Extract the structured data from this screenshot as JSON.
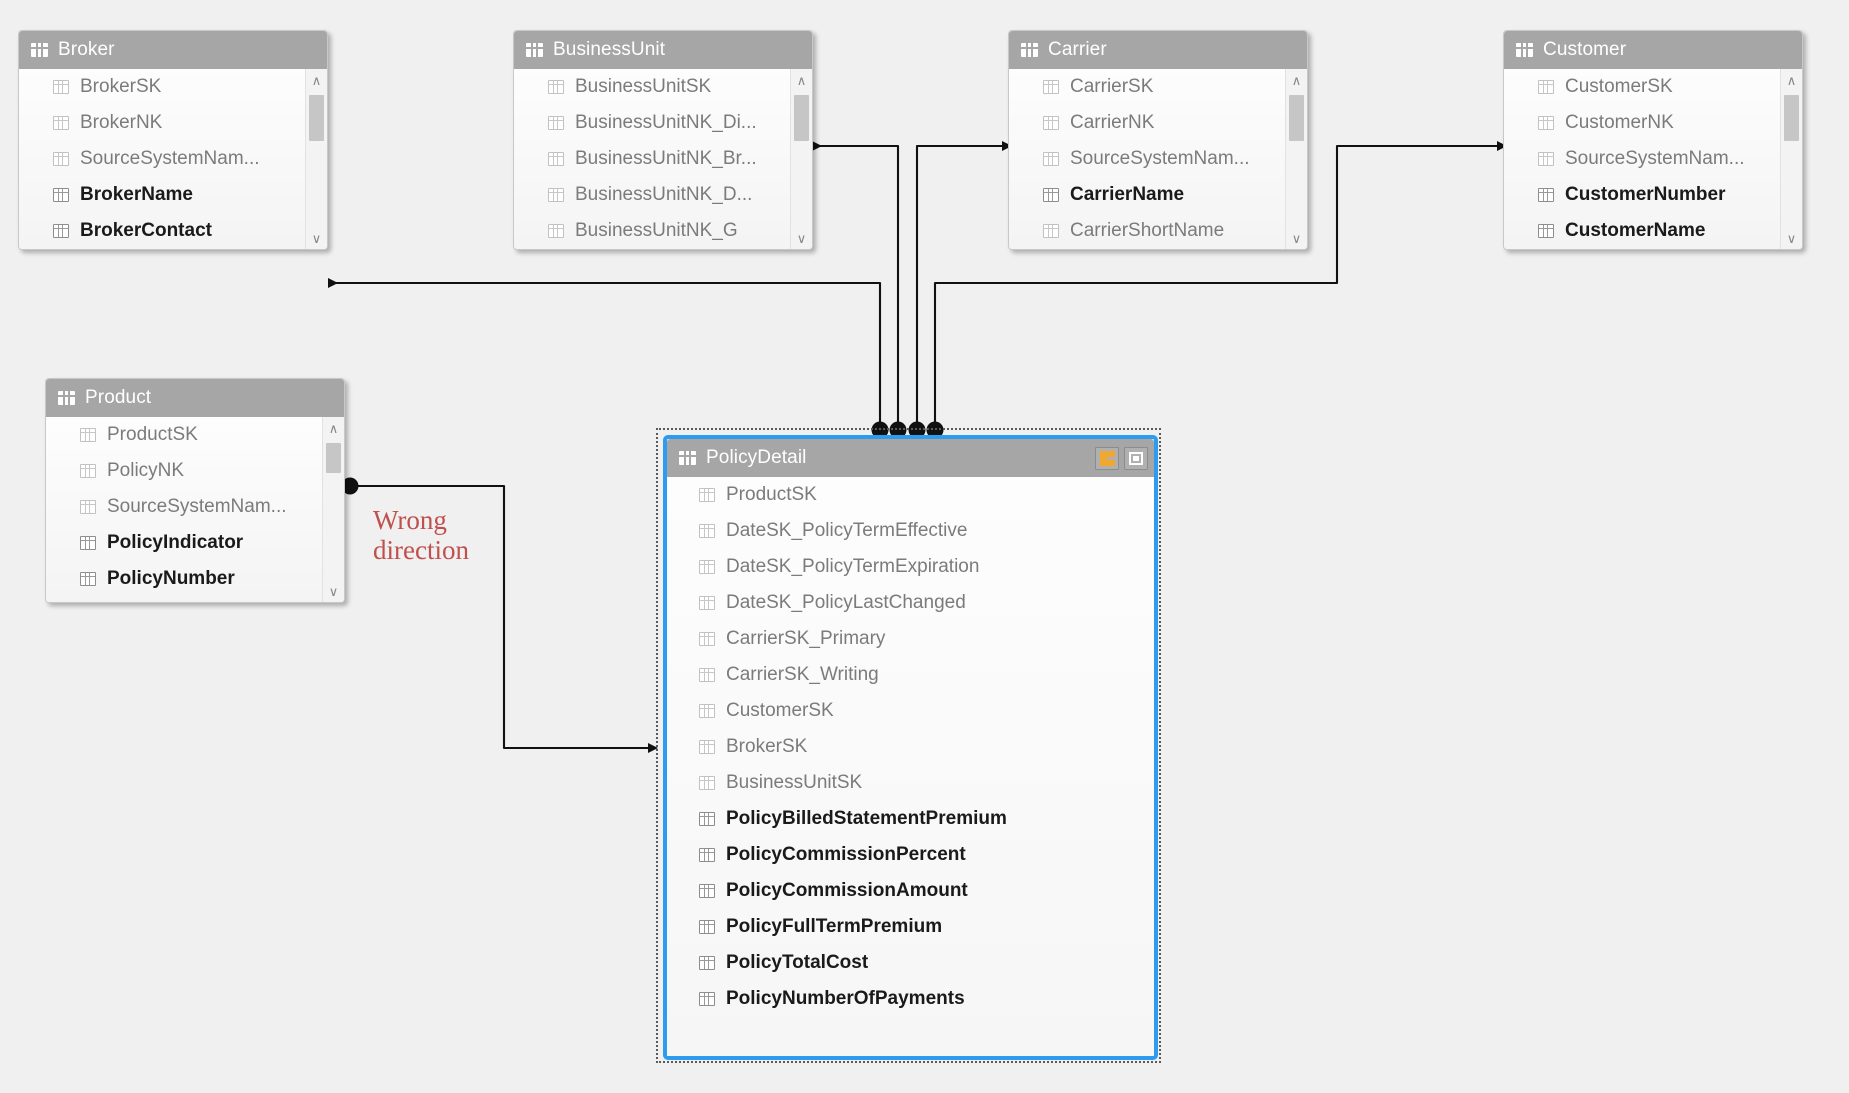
{
  "canvas": {
    "background": "#f0f0f0",
    "selection_accent": "#2d9bf0",
    "header_fill": "#a6a6a6",
    "annotation_color": "#c0504d",
    "relationship_icon_color": "#f0a92e"
  },
  "tables": [
    {
      "name": "Broker",
      "title": "Broker",
      "icon": "grid-icon",
      "fields": [
        {
          "label": "BrokerSK",
          "key": false
        },
        {
          "label": "BrokerNK",
          "key": false
        },
        {
          "label": "SourceSystemNam...",
          "key": false
        },
        {
          "label": "BrokerName",
          "key": true
        },
        {
          "label": "BrokerContact",
          "key": true
        }
      ]
    },
    {
      "name": "BusinessUnit",
      "title": "BusinessUnit",
      "icon": "grid-icon",
      "fields": [
        {
          "label": "BusinessUnitSK",
          "key": false
        },
        {
          "label": "BusinessUnitNK_Di...",
          "key": false
        },
        {
          "label": "BusinessUnitNK_Br...",
          "key": false
        },
        {
          "label": "BusinessUnitNK_D...",
          "key": false
        },
        {
          "label": "BusinessUnitNK_G",
          "key": false
        }
      ]
    },
    {
      "name": "Carrier",
      "title": "Carrier",
      "icon": "grid-icon",
      "fields": [
        {
          "label": "CarrierSK",
          "key": false
        },
        {
          "label": "CarrierNK",
          "key": false
        },
        {
          "label": "SourceSystemNam...",
          "key": false
        },
        {
          "label": "CarrierName",
          "key": true
        },
        {
          "label": "CarrierShortName",
          "key": false
        }
      ]
    },
    {
      "name": "Customer",
      "title": "Customer",
      "icon": "grid-icon",
      "fields": [
        {
          "label": "CustomerSK",
          "key": false
        },
        {
          "label": "CustomerNK",
          "key": false
        },
        {
          "label": "SourceSystemNam...",
          "key": false
        },
        {
          "label": "CustomerNumber",
          "key": true
        },
        {
          "label": "CustomerName",
          "key": true
        }
      ]
    },
    {
      "name": "Product",
      "title": "Product",
      "icon": "grid-icon",
      "fields": [
        {
          "label": "ProductSK",
          "key": false
        },
        {
          "label": "PolicyNK",
          "key": false
        },
        {
          "label": "SourceSystemNam...",
          "key": false
        },
        {
          "label": "PolicyIndicator",
          "key": true
        },
        {
          "label": "PolicyNumber",
          "key": true
        }
      ]
    }
  ],
  "policy_detail": {
    "name": "PolicyDetail",
    "title": "PolicyDetail",
    "icon": "grid-icon",
    "selected": true,
    "header_buttons": [
      {
        "name": "relationships-icon",
        "label": ""
      },
      {
        "name": "maximize-icon",
        "label": ""
      }
    ],
    "fields": [
      {
        "label": "ProductSK",
        "key": false
      },
      {
        "label": "DateSK_PolicyTermEffective",
        "key": false
      },
      {
        "label": "DateSK_PolicyTermExpiration",
        "key": false
      },
      {
        "label": "DateSK_PolicyLastChanged",
        "key": false
      },
      {
        "label": "CarrierSK_Primary",
        "key": false
      },
      {
        "label": "CarrierSK_Writing",
        "key": false
      },
      {
        "label": "CustomerSK",
        "key": false
      },
      {
        "label": "BrokerSK",
        "key": false
      },
      {
        "label": "BusinessUnitSK",
        "key": false
      },
      {
        "label": "PolicyBilledStatementPremium",
        "key": true
      },
      {
        "label": "PolicyCommissionPercent",
        "key": true
      },
      {
        "label": "PolicyCommissionAmount",
        "key": true
      },
      {
        "label": "PolicyFullTermPremium",
        "key": true
      },
      {
        "label": "PolicyTotalCost",
        "key": true
      },
      {
        "label": "PolicyNumberOfPayments",
        "key": true
      }
    ]
  },
  "annotation": {
    "line1": "Wrong",
    "line2": "direction"
  },
  "relationships": [
    {
      "from": "PolicyDetail",
      "to": "Broker",
      "arrow": "left"
    },
    {
      "from": "PolicyDetail",
      "to": "BusinessUnit",
      "arrow": "left"
    },
    {
      "from": "PolicyDetail",
      "to": "Carrier",
      "arrow": "right"
    },
    {
      "from": "PolicyDetail",
      "to": "Customer",
      "arrow": "right"
    },
    {
      "from": "Product",
      "to": "PolicyDetail",
      "arrow": "right"
    }
  ],
  "scrollbars": {
    "up_glyph": "∧",
    "down_glyph": "∨"
  }
}
